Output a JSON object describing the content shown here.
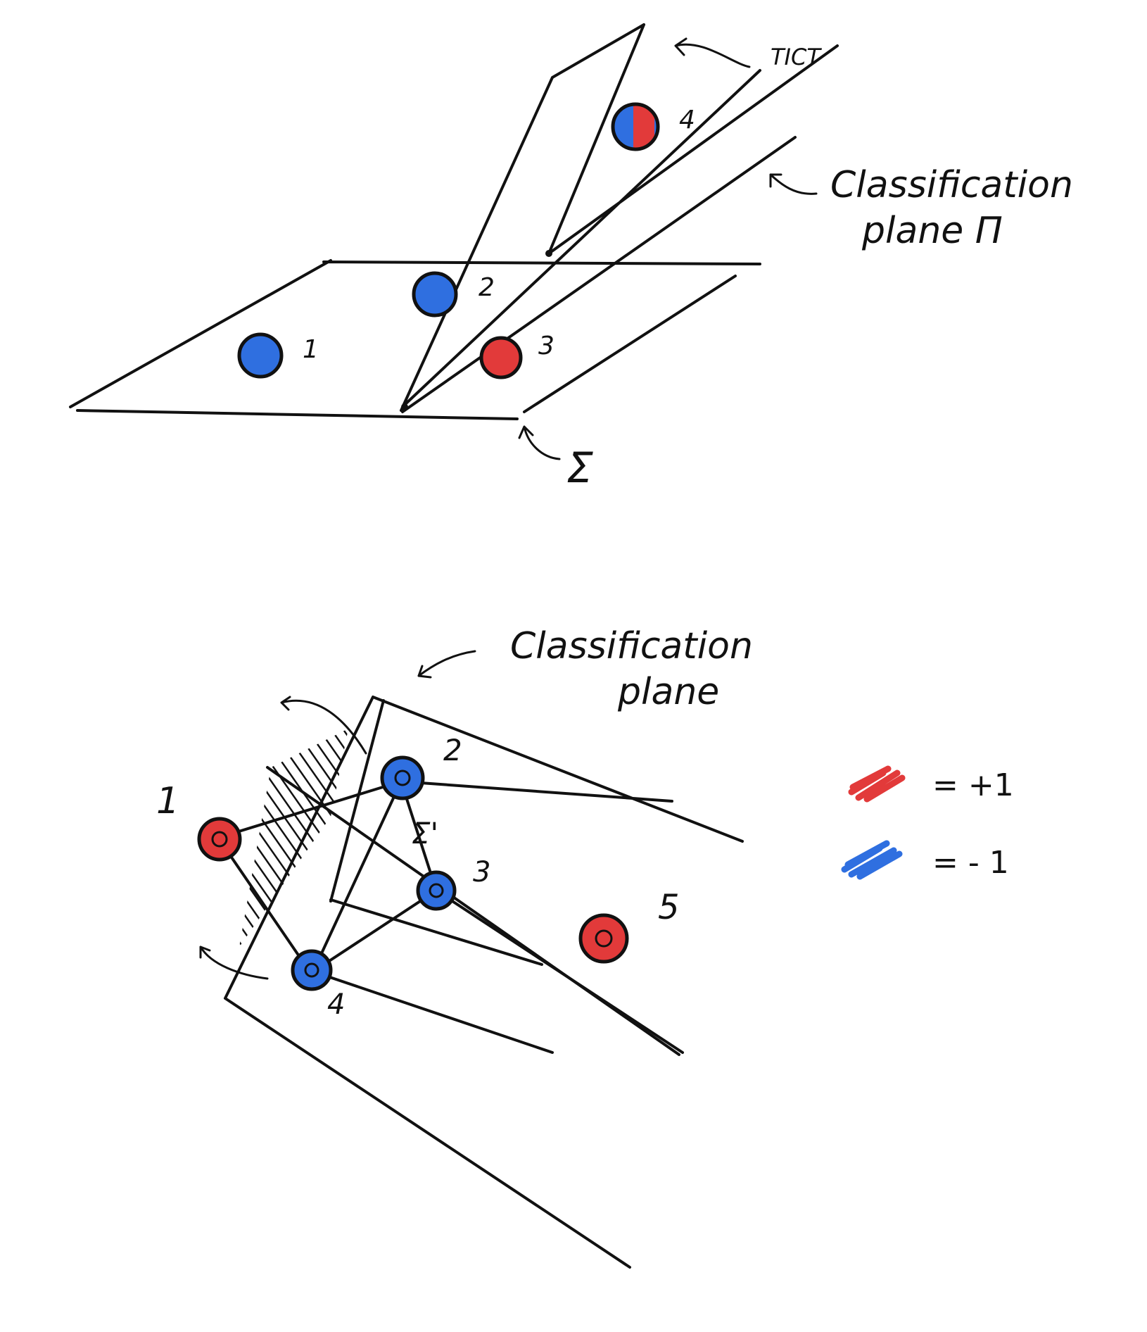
{
  "top_diagram": {
    "points": [
      {
        "label": "1",
        "color": "#2f6fe0"
      },
      {
        "label": "2",
        "color": "#2f6fe0"
      },
      {
        "label": "3",
        "color": "#e23a3a"
      },
      {
        "label": "4",
        "color": "mixed"
      }
    ],
    "annotation_rotate": "TICT",
    "annotation_plane_line1": "Classification",
    "annotation_plane_line2": "plane Π",
    "annotation_sigma": "Σ"
  },
  "bottom_diagram": {
    "points": [
      {
        "label": "1",
        "color": "#e23a3a"
      },
      {
        "label": "2",
        "color": "#2f6fe0"
      },
      {
        "label": "3",
        "color": "#2f6fe0"
      },
      {
        "label": "4",
        "color": "#2f6fe0"
      },
      {
        "label": "5",
        "color": "#e23a3a"
      }
    ],
    "annotation_plane_line1": "Classification",
    "annotation_plane_line2": "plane",
    "annotation_sigma": "Σ'"
  },
  "legend": {
    "items": [
      {
        "color": "#e23a3a",
        "text": "= +1"
      },
      {
        "color": "#2f6fe0",
        "text": "= - 1"
      }
    ]
  },
  "colors": {
    "red": "#e23a3a",
    "blue": "#2f6fe0",
    "ink": "#111111"
  }
}
